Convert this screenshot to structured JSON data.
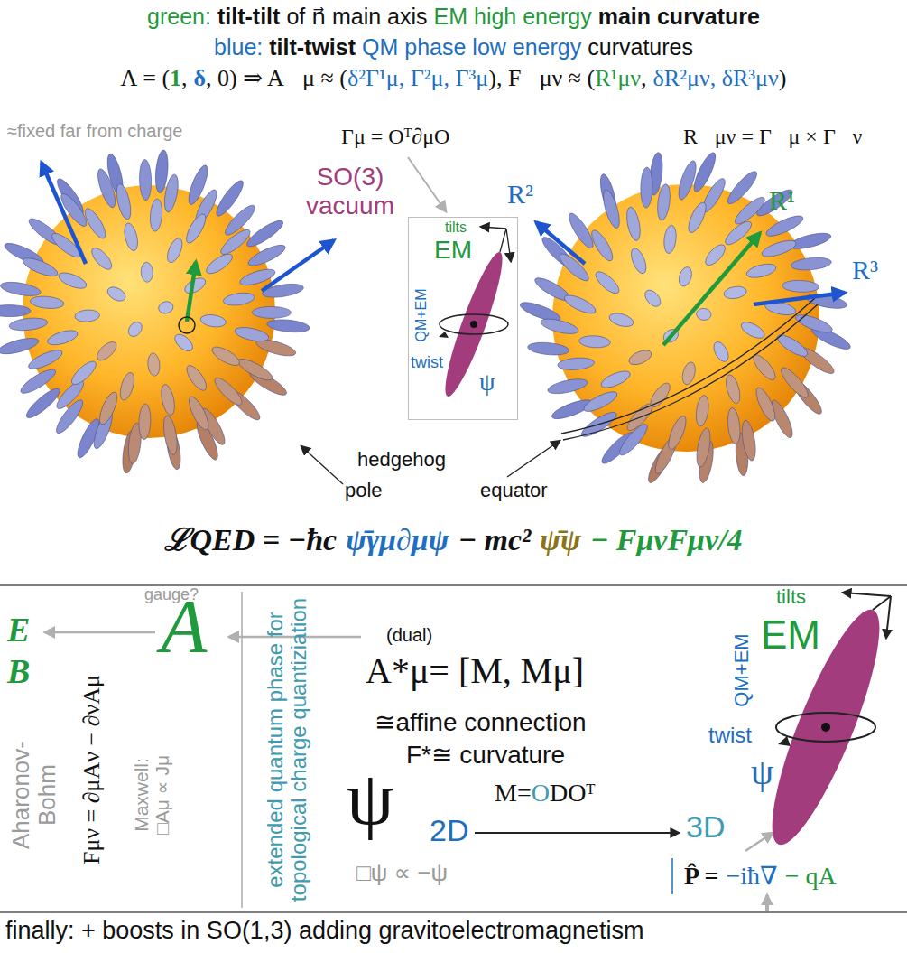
{
  "diagram": {
    "nodes": [
      {
        "text": [
          "tilts",
          "EM",
          "QM+EM",
          "twist",
          "ψ"
        ]
      }
    ],
    "labels": [
      "green:",
      "tilt-tilt",
      "of n⃗ main axis",
      "EM high energy",
      "main curvature",
      "blue:",
      "tilt-twist",
      "QM phase low energy",
      "curvatures",
      "Λ = (",
      "1",
      ",",
      "δ",
      ", 0) ⇒ A⃗μ ≈ (",
      "δ²Γ¹μ, Γ²μ, Γ³μ",
      "), F⃗μν ≈ (",
      "R¹μν",
      ",",
      "δR²μν, δR³μν",
      ")",
      "≈fixed far from charge",
      "Γμ = Oᵀ∂μO",
      "R⃗μν = Γ⃗μ × Γ⃗ν",
      "SO(3) vacuum",
      "R²",
      "R¹",
      "R³",
      "hedgehog",
      "pole",
      "equator",
      "ℒQED = −ħc",
      "ψ̄γμ∂μψ",
      "− mc²",
      "ψ̄ψ",
      "− FμνFμν/4",
      "E",
      "B",
      "gauge?",
      "A",
      "Aharonov-Bohm",
      "Fμν = ∂μAν − ∂νAμ",
      "Maxwell: □Aμ ∝ Jμ",
      "extended quantum phase for topological charge quantiziation",
      "(dual)",
      "A*μ= [M, Mμ]",
      "≅affine connection",
      "F*≅ curvature",
      "ψ",
      "2D",
      "M=",
      "O",
      "DOᵀ",
      "3D",
      "□ψ ∝ −ψ",
      "P̂ =",
      "−iħ∇",
      "− qA",
      "tilts",
      "EM",
      "QM+EM",
      "twist",
      "ψ",
      "finally: + boosts in SO(1,3) adding gravitoelectromagnetism"
    ]
  }
}
